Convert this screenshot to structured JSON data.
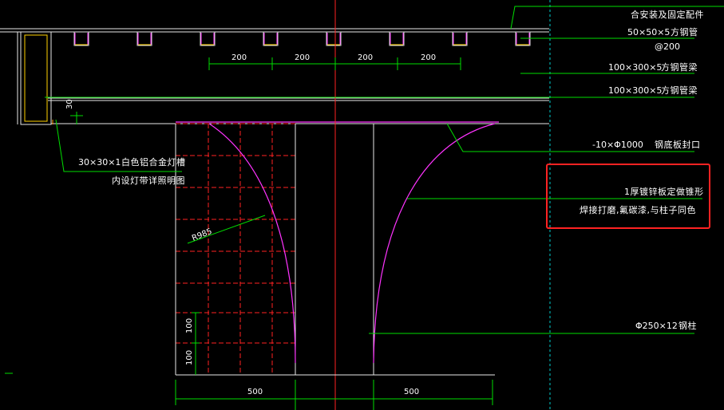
{
  "annotations": {
    "fixing_parts": "合安装及固定配件",
    "steel_pipe_spec": "50×50×5",
    "steel_pipe_name": "方钢管",
    "steel_pipe_spacing": "@200",
    "beam1_spec": "100×300×5",
    "beam1_name": "方钢管梁",
    "beam2_spec": "100×300×5",
    "beam2_name": "方钢管梁",
    "bottom_plate_spec": "-10×Φ1000",
    "bottom_plate_name": "钢底板封口",
    "cone_note_line1": "1厚镀锌板定做锥形",
    "cone_note_line2": "焊接打磨,氟碳漆,与柱子同色",
    "column_spec": "Φ250×12",
    "column_name": "钢柱",
    "light_trough_spec": "30×30×1",
    "light_trough_name": "白色铝合金灯槽",
    "light_trough_note": "内设灯带详照明图",
    "radius": "R985"
  },
  "dimensions": {
    "top_spacing": [
      "200",
      "200",
      "200",
      "200"
    ],
    "small_vertical": "30",
    "grid_vertical": [
      "100",
      "100"
    ],
    "bottom": [
      "500",
      "500"
    ]
  },
  "colors": {
    "background": "#000000",
    "leader": "#00dd00",
    "outline": "#e8e8e8",
    "cone": "#ff33ff",
    "grid": "#ff2222",
    "axis": "#00cccc",
    "tube": "#ffd200",
    "highlight_box": "#ff2222"
  }
}
